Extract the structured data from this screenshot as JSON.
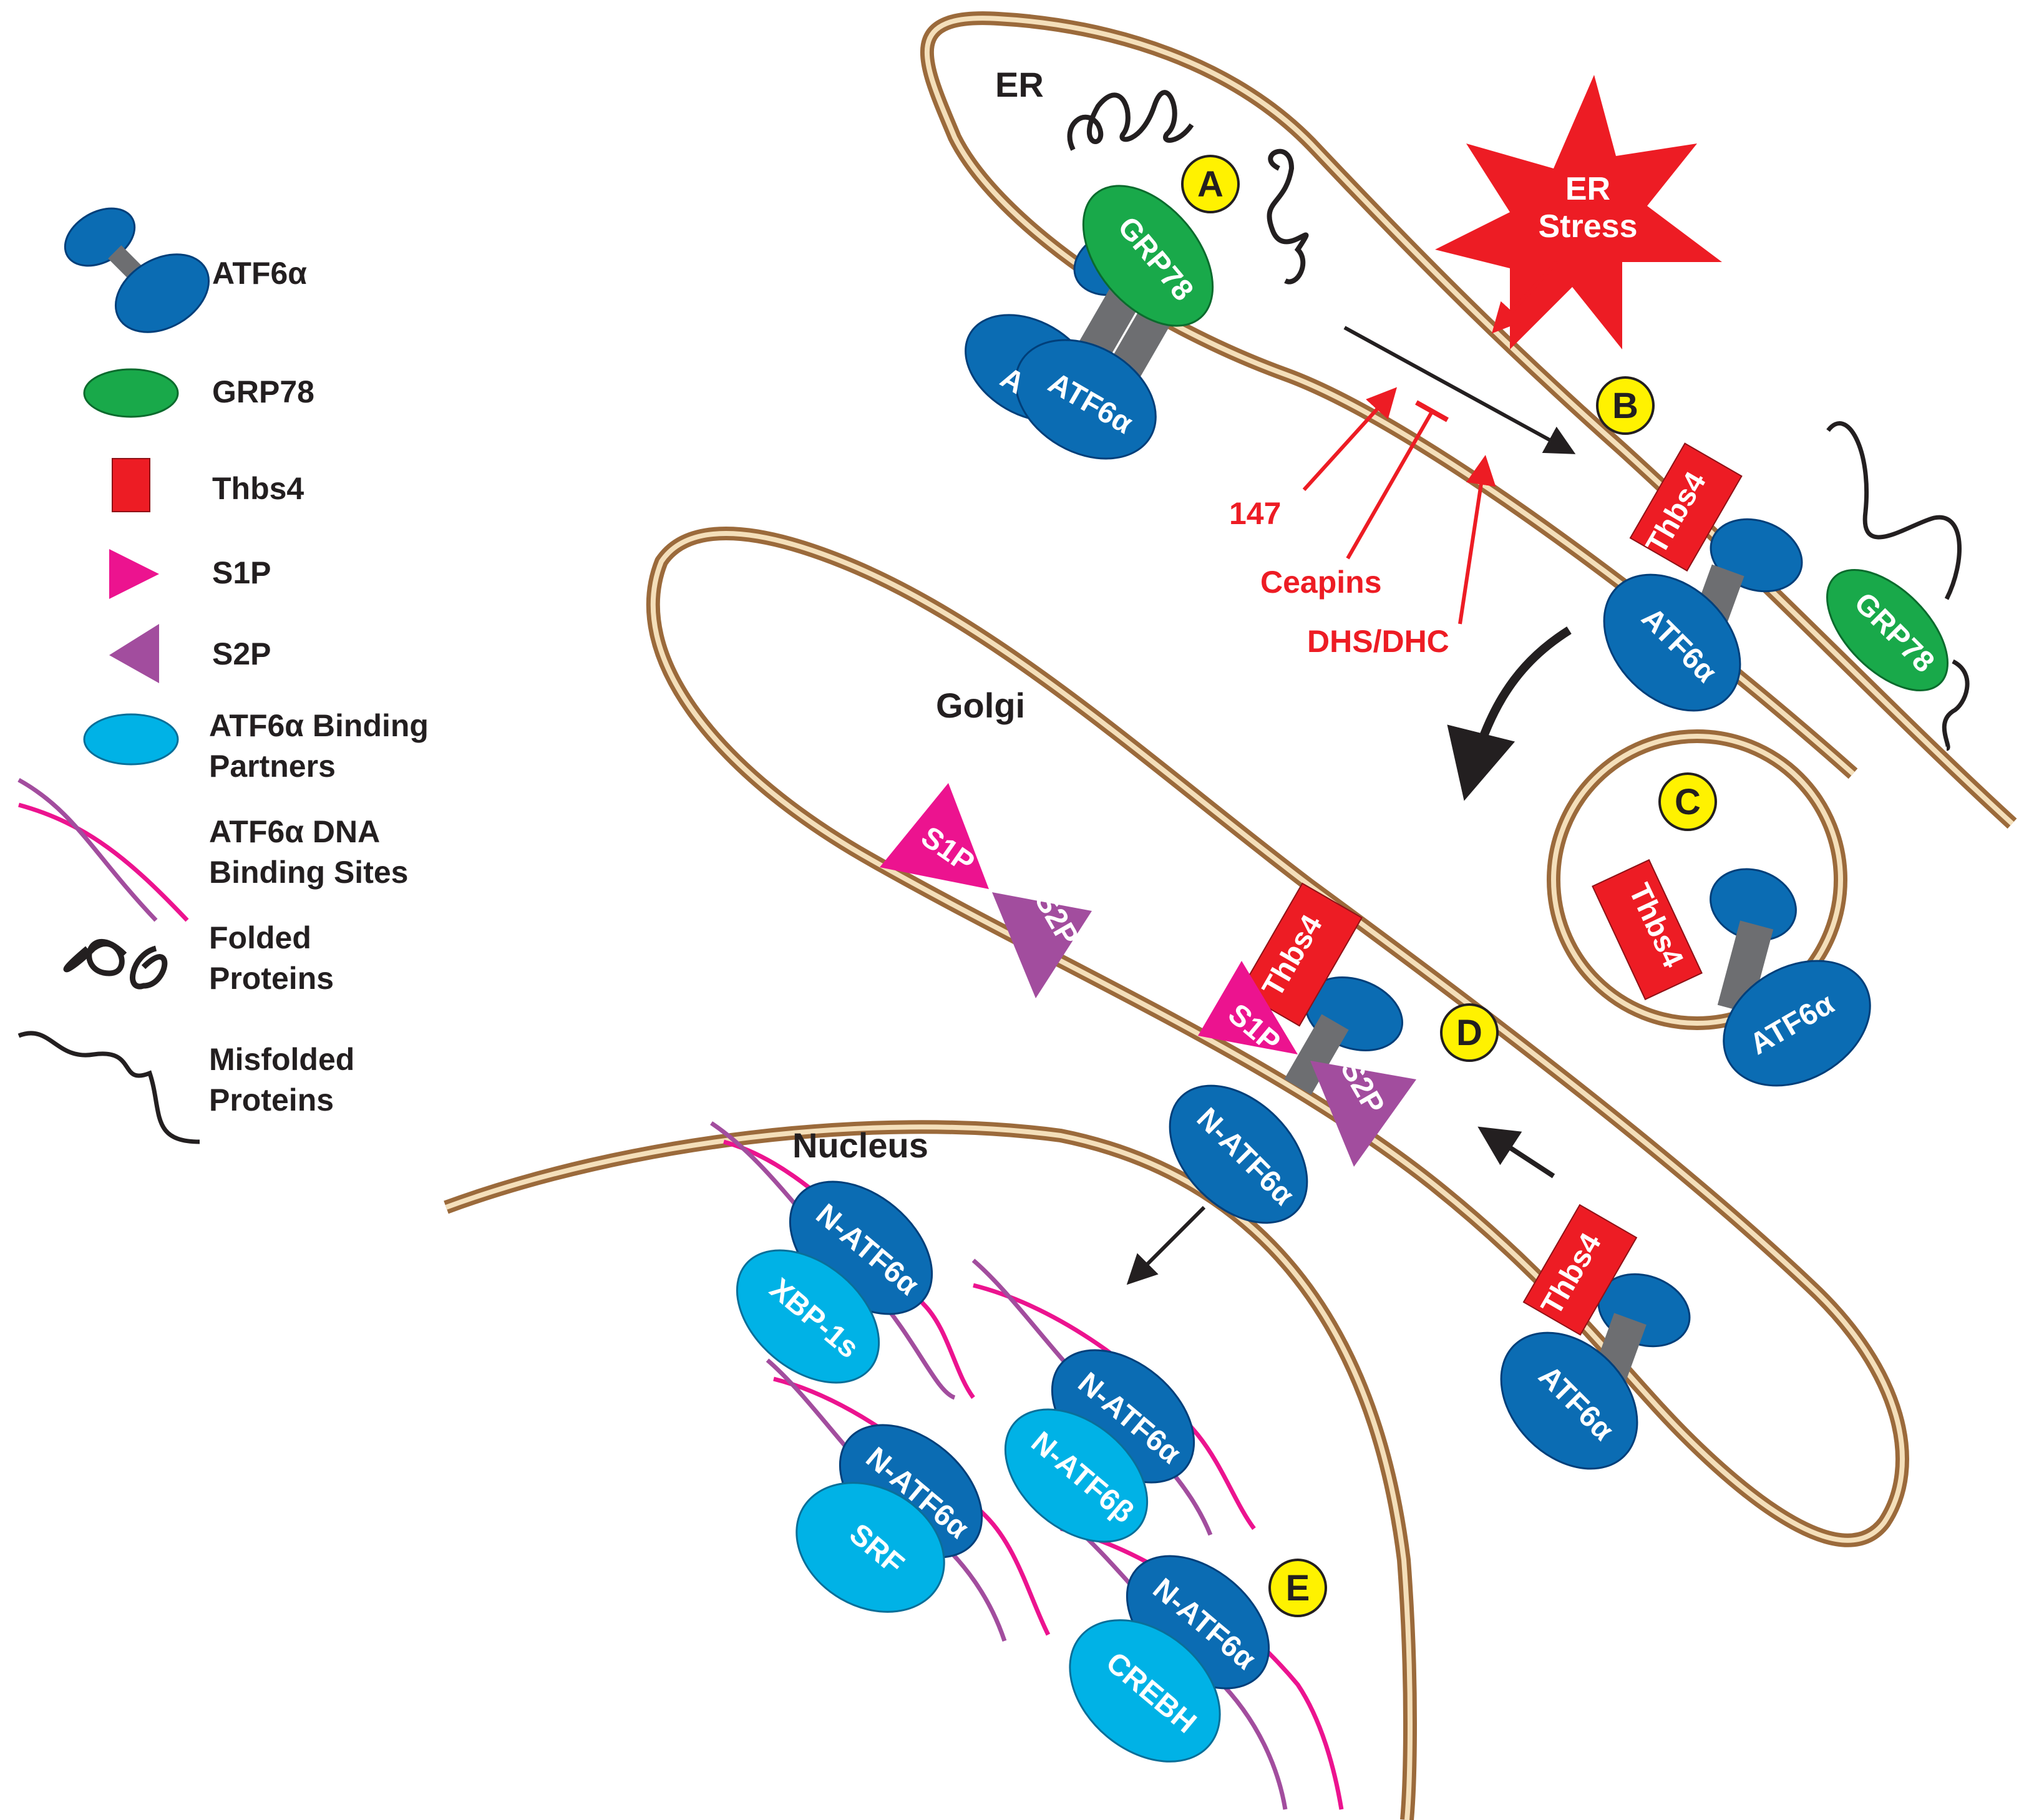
{
  "legend": {
    "atf6a": "ATF6α",
    "grp78": "GRP78",
    "thbs4": "Thbs4",
    "s1p": "S1P",
    "s2p": "S2P",
    "partners_l1": "ATF6α Binding",
    "partners_l2": "Partners",
    "dna_l1": "ATF6α DNA",
    "dna_l2": "Binding Sites",
    "folded_l1": "Folded",
    "folded_l2": "Proteins",
    "misfolded_l1": "Misfolded",
    "misfolded_l2": "Proteins"
  },
  "compartments": {
    "er": "ER",
    "golgi": "Golgi",
    "nucleus": "Nucleus"
  },
  "stress": {
    "l1": "ER",
    "l2": "Stress"
  },
  "inhibitors": {
    "i147": "147",
    "ceapins": "Ceapins",
    "dhs": "DHS/DHC"
  },
  "steps": {
    "a": "A",
    "b": "B",
    "c": "C",
    "d": "D",
    "e": "E"
  },
  "proteins": {
    "atf6a": "ATF6α",
    "atf6a_short": "A",
    "grp78": "GRP78",
    "thbs4": "Thbs4",
    "s1p": "S1P",
    "s2p": "S2P",
    "n_atf6a": "N-ATF6α",
    "xbp1s": "XBP-1s",
    "n_atf6b": "N-ATF6β",
    "srf": "SRF",
    "crebh": "CREBH"
  },
  "colors": {
    "atf6_blue": "#0b6cb3",
    "partner_cyan": "#00b2e6",
    "grp78_green": "#19a94a",
    "thbs4_red": "#ed1c24",
    "s1p_magenta": "#ec138f",
    "s2p_purple": "#a24d9e",
    "stress_red": "#ed1c24",
    "membrane_brown": "#9b6a3b",
    "label_yellow": "#fff200"
  }
}
